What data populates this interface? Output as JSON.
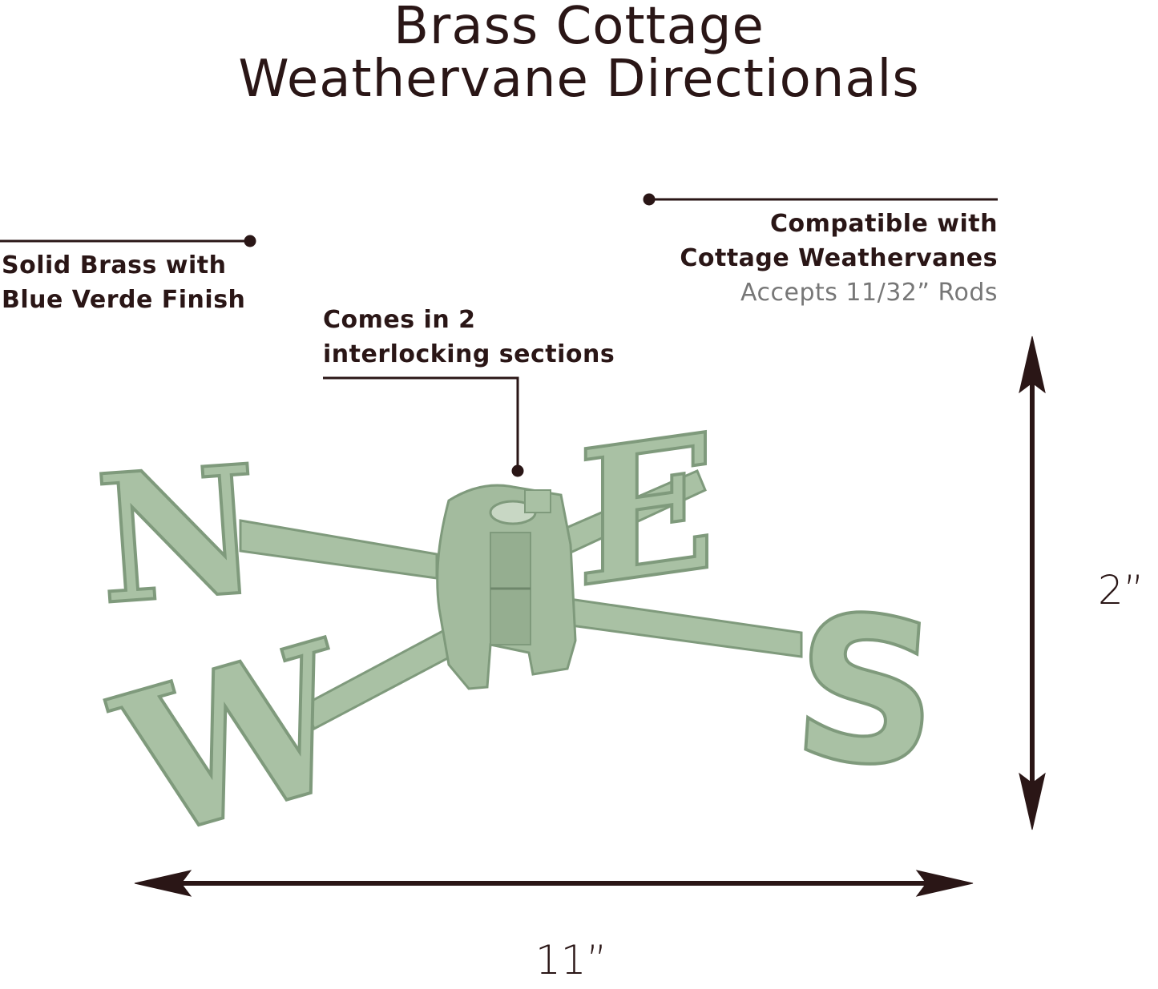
{
  "title": {
    "line1": "Brass Cottage",
    "line2": "Weathervane Directionals"
  },
  "callouts": {
    "material": {
      "line1": "Solid Brass with",
      "line2": "Blue Verde Finish"
    },
    "sections": {
      "line1": "Comes in 2",
      "line2": "interlocking sections"
    },
    "compat": {
      "line1": "Compatible with",
      "line2": "Cottage Weathervanes",
      "sub": "Accepts 11/32” Rods"
    }
  },
  "dimensions": {
    "height": "2”",
    "width": "11”"
  },
  "letters": {
    "north": "N",
    "east": "E",
    "south": "S",
    "west": "W"
  },
  "colors": {
    "text": "#2a1616",
    "verde": "#a9c1a4",
    "verde_dark": "#7f9a7c",
    "subtext": "#777777"
  }
}
